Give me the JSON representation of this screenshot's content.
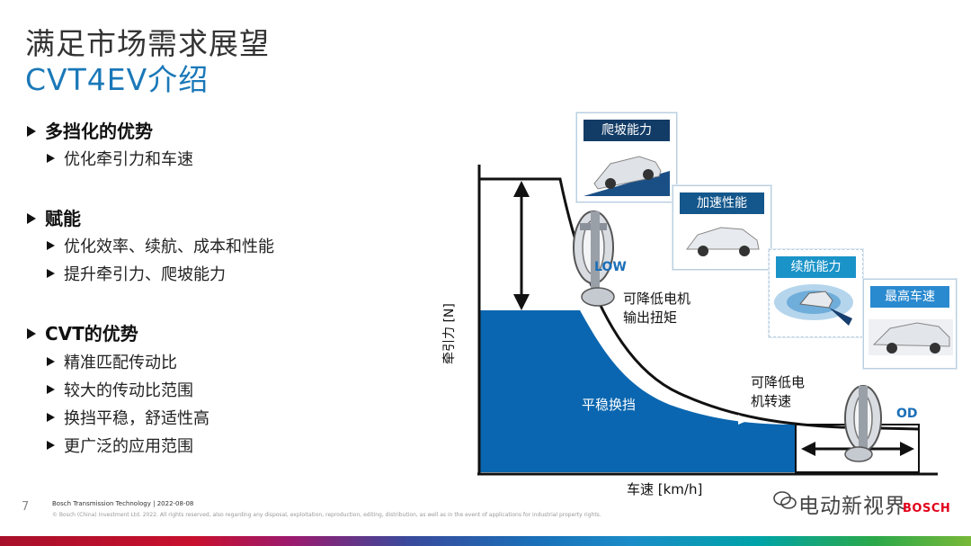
{
  "title": {
    "line1": "满足市场需求展望",
    "line2": "CVT4EV介绍"
  },
  "bullets": [
    {
      "heading": "多挡化的优势",
      "items": [
        "优化牵引力和车速"
      ]
    },
    {
      "heading": "赋能",
      "items": [
        "优化效率、续航、成本和性能",
        "提升牵引力、爬坡能力"
      ]
    },
    {
      "heading": "CVT的优势",
      "items": [
        "精准匹配传动比",
        "较大的传动比范围",
        "换挡平稳，舒适性高",
        "更广泛的应用范围"
      ]
    }
  ],
  "diagram": {
    "ylabel": "牵引力 [N]",
    "xlabel": "车速 [km/h]",
    "low_label": "LOW",
    "od_label": "OD",
    "note_low": [
      "可降低电机",
      "输出扭矩"
    ],
    "note_od": [
      "可降低电",
      "机转速"
    ],
    "shift_label": "平稳换挡",
    "cards": [
      "爬坡能力",
      "加速性能",
      "续航能力",
      "最高车速"
    ],
    "colors": {
      "fill": "#0a66b0",
      "accent": "#1a78b8",
      "arrow": "#ffffff"
    }
  },
  "footer": {
    "page": "7",
    "line1": "Bosch Transmission Technology | 2022-08-08",
    "line2": "© Bosch (China) Investment Ltd. 2022. All rights reserved, also regarding any disposal, exploitation, reproduction, editing, distribution, as well as in the event of applications for industrial property rights.",
    "brand": "BOSCH"
  },
  "watermark": "电动新视界"
}
